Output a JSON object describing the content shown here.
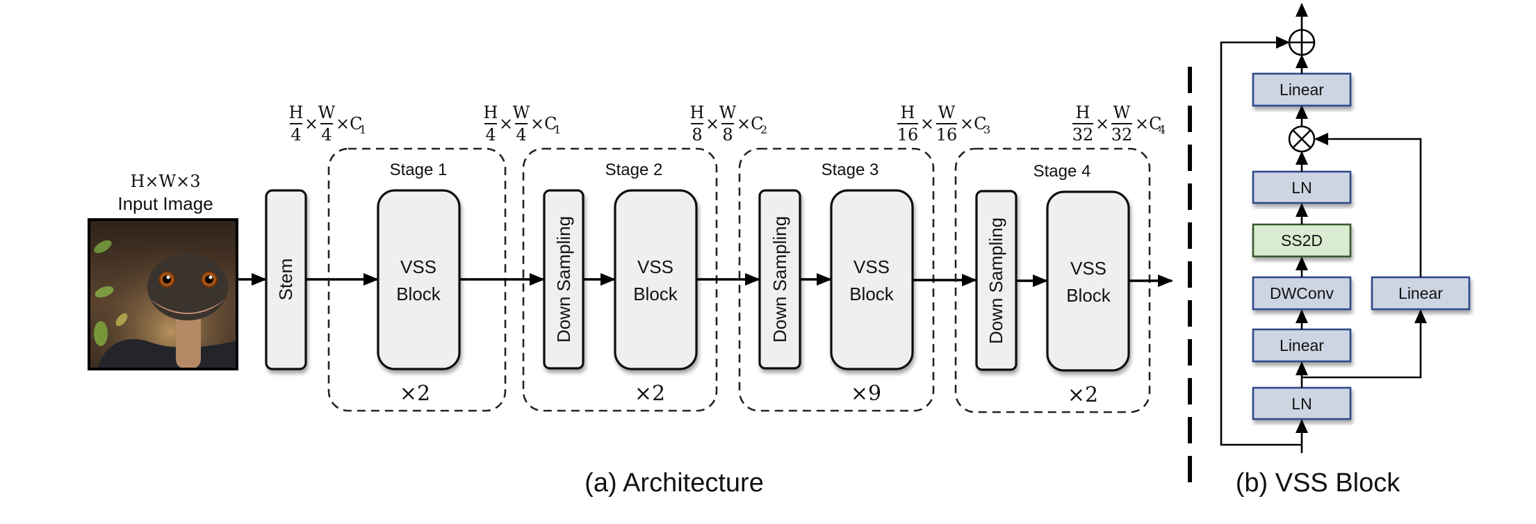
{
  "input": {
    "dims_label": "H×W×3",
    "label": "Input Image",
    "image_alt": "cartoon snake face"
  },
  "stem": {
    "label": "Stem"
  },
  "dims": [
    {
      "num_h": "H",
      "den_h": "4",
      "num_w": "W",
      "den_w": "4",
      "channel": "C",
      "channel_sub": "1"
    },
    {
      "num_h": "H",
      "den_h": "4",
      "num_w": "W",
      "den_w": "4",
      "channel": "C",
      "channel_sub": "1"
    },
    {
      "num_h": "H",
      "den_h": "8",
      "num_w": "W",
      "den_w": "8",
      "channel": "C",
      "channel_sub": "2"
    },
    {
      "num_h": "H",
      "den_h": "16",
      "num_w": "W",
      "den_w": "16",
      "channel": "C",
      "channel_sub": "3"
    },
    {
      "num_h": "H",
      "den_h": "32",
      "num_w": "W",
      "den_w": "32",
      "channel": "C",
      "channel_sub": "4"
    }
  ],
  "times_symbol": "×",
  "stages": [
    {
      "title": "Stage 1",
      "has_downsampling": false,
      "block_line1": "VSS",
      "block_line2": "Block",
      "repeat": "×2"
    },
    {
      "title": "Stage 2",
      "has_downsampling": true,
      "downsampling_label": "Down Sampling",
      "block_line1": "VSS",
      "block_line2": "Block",
      "repeat": "×2"
    },
    {
      "title": "Stage 3",
      "has_downsampling": true,
      "downsampling_label": "Down Sampling",
      "block_line1": "VSS",
      "block_line2": "Block",
      "repeat": "×9"
    },
    {
      "title": "Stage 4",
      "has_downsampling": true,
      "downsampling_label": "Down Sampling",
      "block_line1": "VSS",
      "block_line2": "Block",
      "repeat": "×2"
    }
  ],
  "captions": {
    "architecture": "(a) Architecture",
    "vss_block": "(b) VSS Block"
  },
  "vss_block": {
    "main_path": [
      "LN",
      "Linear",
      "DWConv",
      "SS2D",
      "LN",
      "Linear"
    ],
    "side_branch": "Linear",
    "ops": {
      "add": "plus-circle",
      "multiply": "times-circle"
    },
    "colors": {
      "default_fill": "#cdd5e2",
      "default_stroke": "#2d4a8a",
      "ss2d_fill": "#d9ecd1",
      "ss2d_stroke": "#365a2a"
    }
  }
}
